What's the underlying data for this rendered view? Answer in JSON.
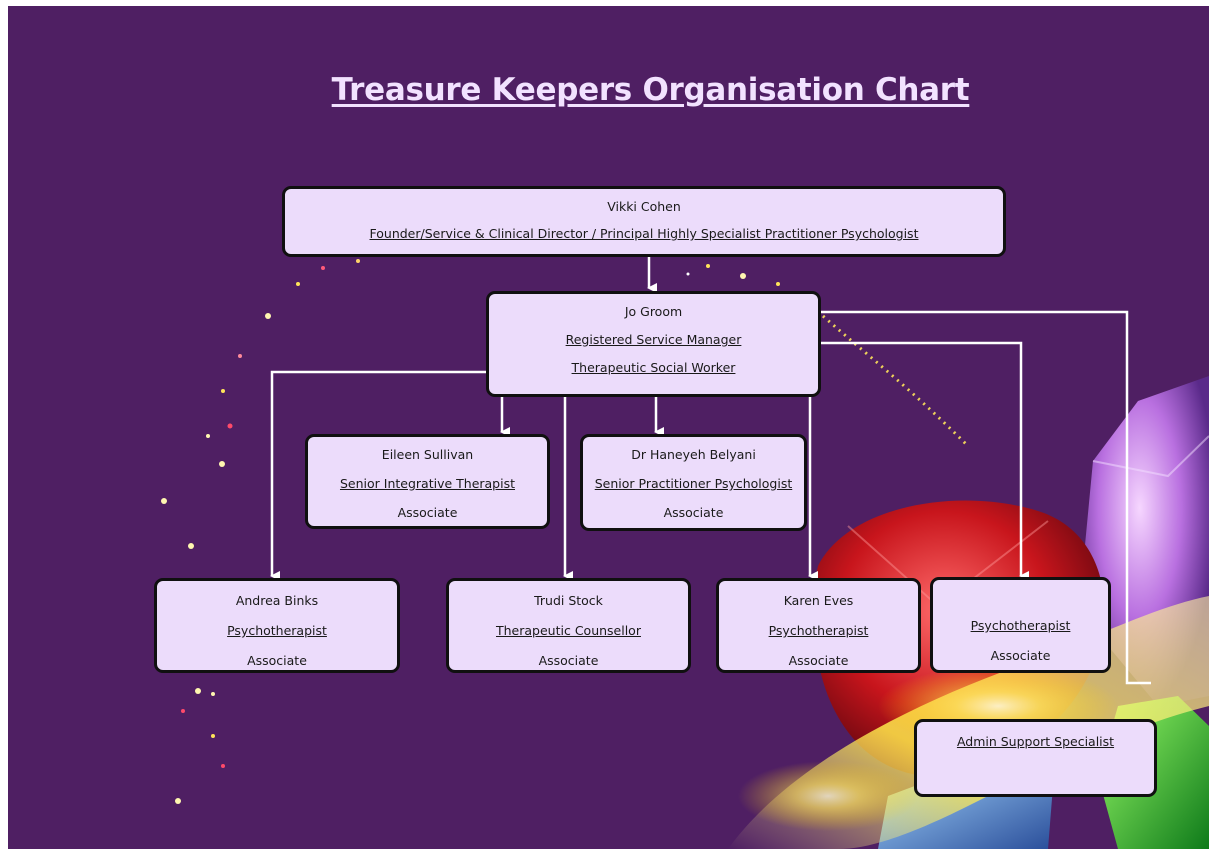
{
  "title": "Treasure Keepers Organisation Chart",
  "colors": {
    "background": "#4f1f63",
    "box_fill": "#ecdcfb",
    "box_border": "#101010",
    "title": "#f2e2ff",
    "connector": "#ffffff"
  },
  "nodes": {
    "vikki": {
      "name": "Vikki Cohen",
      "role": "Founder/Service & Clinical Director / Principal Highly Specialist Practitioner Psychologist"
    },
    "jo": {
      "name": "Jo Groom",
      "role1": "Registered Service Manager",
      "role2": "Therapeutic Social Worker"
    },
    "eileen": {
      "name": "Eileen Sullivan",
      "role": "Senior Integrative Therapist",
      "type": "Associate"
    },
    "haneyeh": {
      "name": "Dr Haneyeh Belyani",
      "role": "Senior Practitioner Psychologist",
      "type": "Associate"
    },
    "andrea": {
      "name": "Andrea Binks",
      "role": "Psychotherapist",
      "type": "Associate"
    },
    "trudi": {
      "name": "Trudi Stock",
      "role": "Therapeutic Counsellor",
      "type": "Associate"
    },
    "karen": {
      "name": "Karen Eves",
      "role": "Psychotherapist",
      "type": "Associate"
    },
    "psychotherapist": {
      "role": "Psychotherapist",
      "type": "Associate"
    },
    "admin": {
      "role": "Admin Support Specialist"
    }
  },
  "edges": [
    [
      "vikki",
      "jo"
    ],
    [
      "jo",
      "eileen"
    ],
    [
      "jo",
      "haneyeh"
    ],
    [
      "jo",
      "andrea"
    ],
    [
      "jo",
      "trudi"
    ],
    [
      "jo",
      "karen"
    ],
    [
      "jo",
      "psychotherapist"
    ],
    [
      "jo",
      "admin"
    ]
  ]
}
